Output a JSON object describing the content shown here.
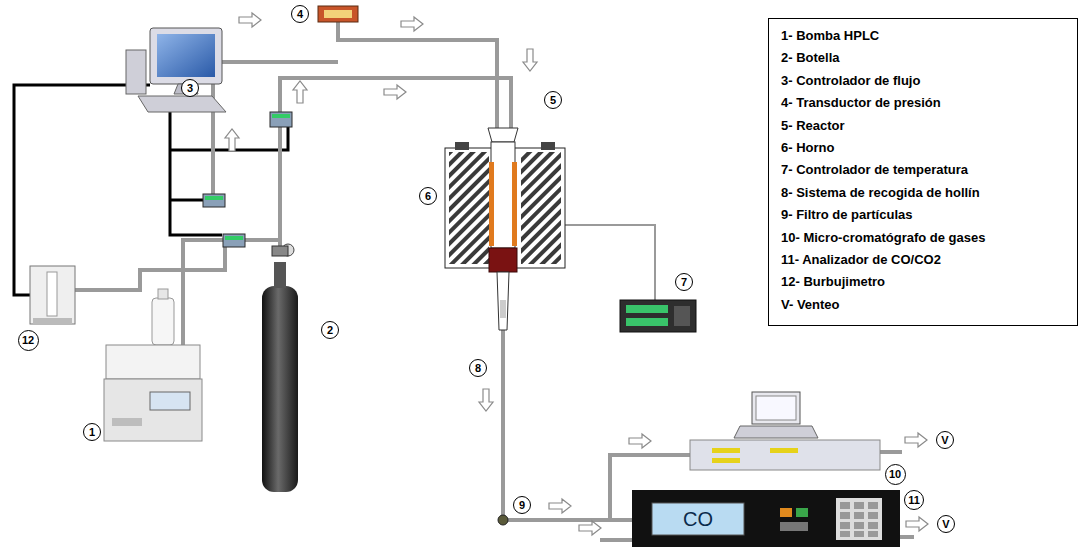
{
  "diagram": {
    "nodes": [
      {
        "text": [
          "1- Bomba HPLC",
          "2- Botella",
          "3- Controlador de flujo",
          "4- Transductor de presión",
          "5- Reactor",
          "6- Horno",
          "7- Controlador de temperatura",
          "8- Sistema de recogida de hollín",
          "9- Filtro de partículas",
          "10- Micro-cromatógrafo de gases",
          "11- Analizador de CO/CO2",
          "12- Burbujimetro",
          "V- Venteo"
        ]
      }
    ],
    "labels": [
      "4",
      "3",
      "5",
      "6",
      "7",
      "12",
      "2",
      "8",
      "1",
      "10",
      "V",
      "9",
      "11",
      "V",
      "CO"
    ]
  }
}
